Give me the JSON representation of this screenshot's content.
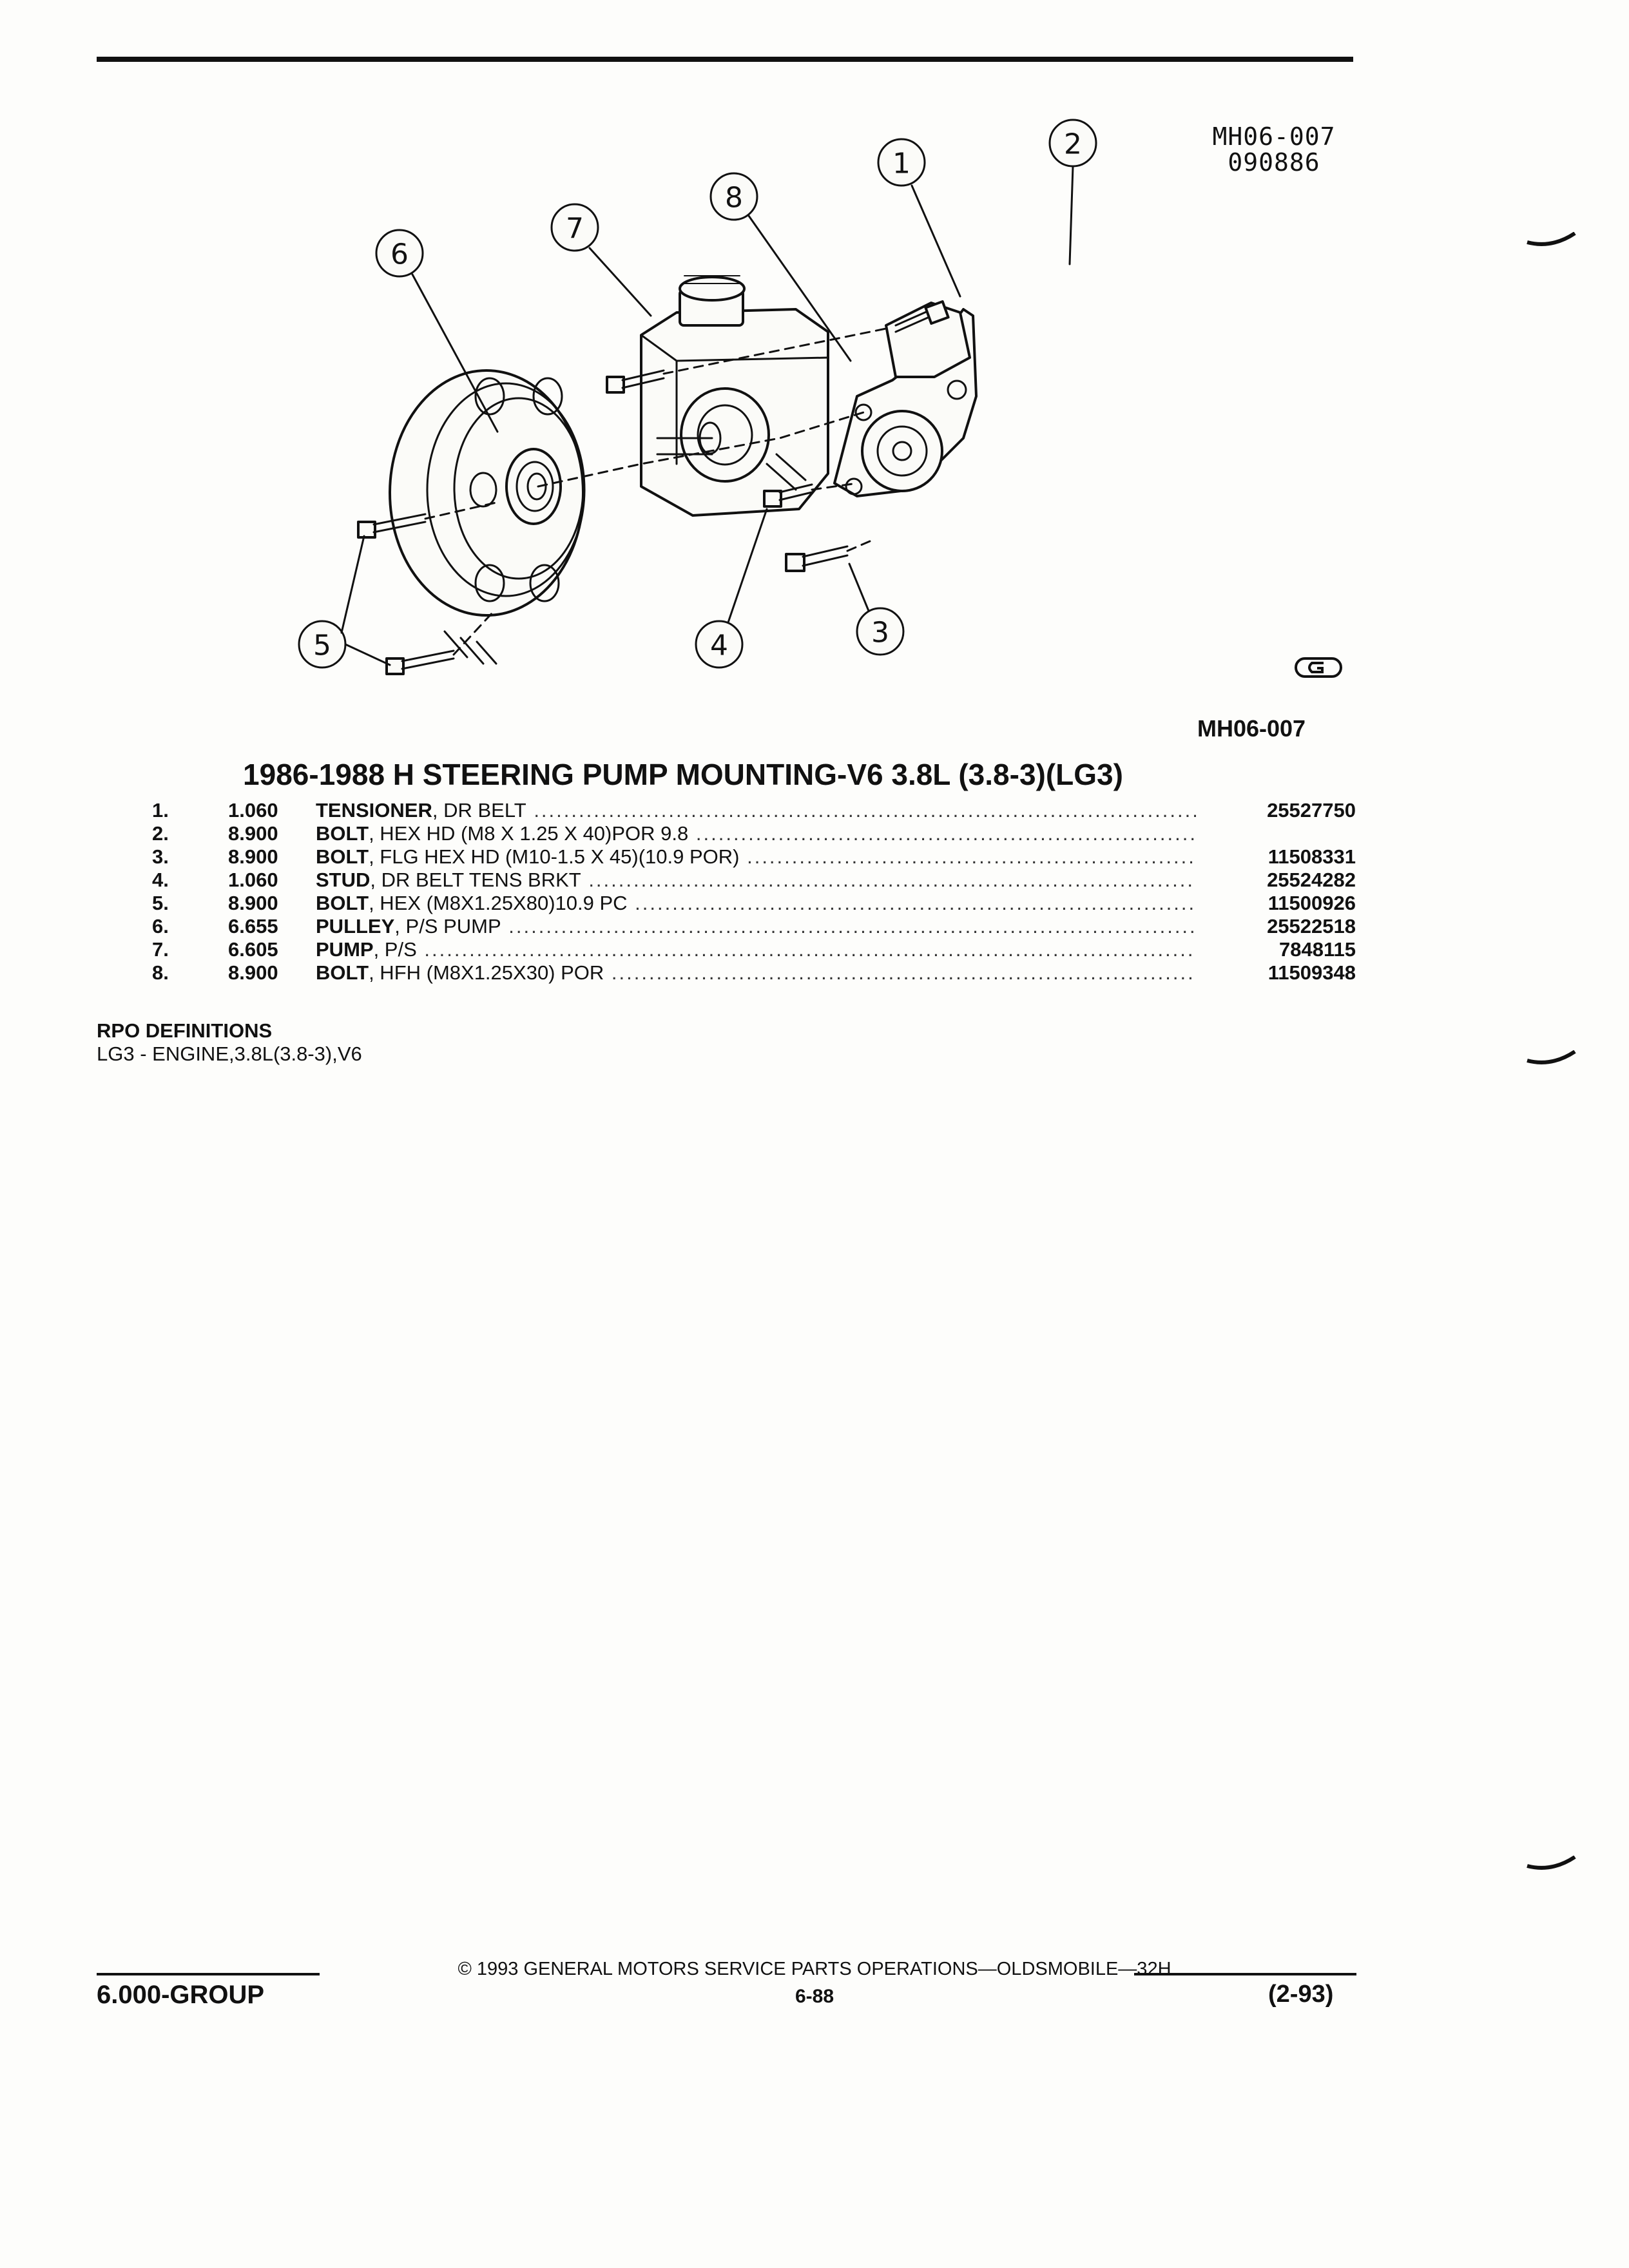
{
  "figure": {
    "code_line1": "MH06-007",
    "code_line2": "090886",
    "reference": "MH06-007",
    "callouts": [
      "1",
      "2",
      "3",
      "4",
      "5",
      "6",
      "7",
      "8"
    ]
  },
  "title": "1986-1988 H STEERING PUMP MOUNTING-V6 3.8L (3.8-3)(LG3)",
  "parts": [
    {
      "num": "1.",
      "group": "1.060",
      "name": "TENSIONER",
      "spec": ", DR BELT",
      "part_no": "25527750"
    },
    {
      "num": "2.",
      "group": "8.900",
      "name": "BOLT",
      "spec": ", HEX HD (M8 X 1.25 X 40)POR 9.8",
      "part_no": ""
    },
    {
      "num": "3.",
      "group": "8.900",
      "name": "BOLT",
      "spec": ", FLG HEX HD (M10-1.5 X 45)(10.9 POR)",
      "part_no": "11508331"
    },
    {
      "num": "4.",
      "group": "1.060",
      "name": "STUD",
      "spec": ", DR BELT TENS BRKT",
      "part_no": "25524282"
    },
    {
      "num": "5.",
      "group": "8.900",
      "name": "BOLT",
      "spec": ", HEX (M8X1.25X80)10.9 PC",
      "part_no": "11500926"
    },
    {
      "num": "6.",
      "group": "6.655",
      "name": "PULLEY",
      "spec": ", P/S PUMP",
      "part_no": "25522518"
    },
    {
      "num": "7.",
      "group": "6.605",
      "name": "PUMP",
      "spec": ", P/S",
      "part_no": "7848115"
    },
    {
      "num": "8.",
      "group": "8.900",
      "name": "BOLT",
      "spec": ", HFH (M8X1.25X30) POR",
      "part_no": "11509348"
    }
  ],
  "rpo": {
    "heading": "RPO DEFINITIONS",
    "definitions": [
      "LG3 - ENGINE,3.8L(3.8-3),V6"
    ]
  },
  "footer": {
    "copyright": "© 1993 GENERAL MOTORS SERVICE PARTS OPERATIONS—OLDSMOBILE—32H",
    "group": "6.000-GROUP",
    "page": "6-88",
    "date": "(2-93)"
  }
}
